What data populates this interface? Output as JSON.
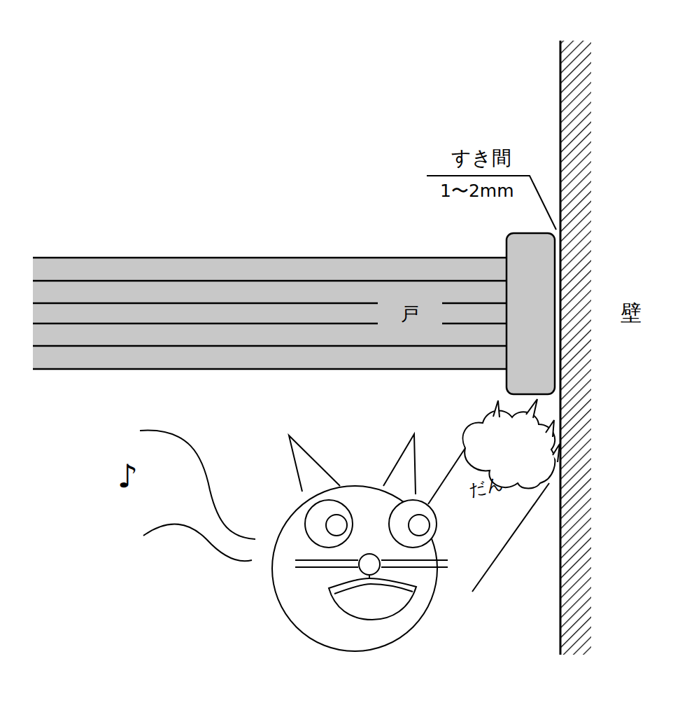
{
  "diagram": {
    "nodes": [
      {
        "text": [
          "戸"
        ]
      }
    ],
    "labels": [
      "すき間",
      "1〜2mm",
      "壁",
      "だん",
      "♪"
    ]
  }
}
